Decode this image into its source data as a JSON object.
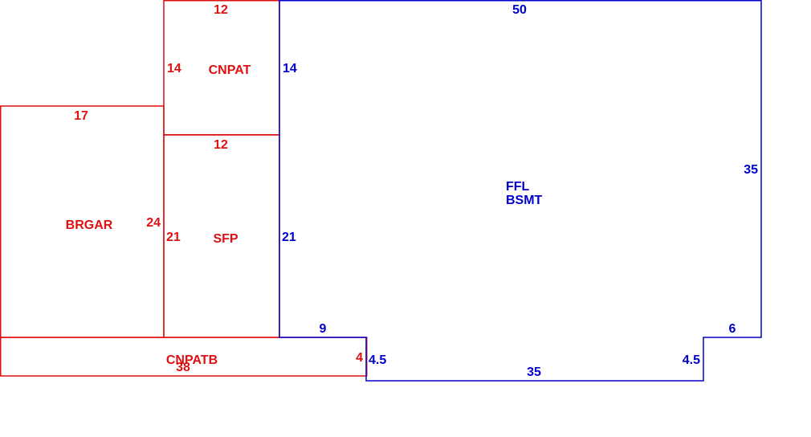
{
  "colors": {
    "red": "#dd1111",
    "blue": "#0000cc",
    "background": "#ffffff"
  },
  "areas": {
    "cnpat": {
      "name": "CNPAT",
      "top": "12",
      "left": "14"
    },
    "brgar": {
      "name": "BRGAR",
      "top": "17",
      "right": "24"
    },
    "sfp": {
      "name": "SFP",
      "top": "12",
      "left": "21"
    },
    "cnpatb": {
      "name": "CNPATB",
      "bottom": "38",
      "right": "4"
    },
    "ffl": {
      "name_line1": "FFL",
      "name_line2": "BSMT",
      "top": "50",
      "upper_left": "14",
      "lower_left": "21",
      "right": "35",
      "bottom_left_step": "9",
      "left_notch": "4.5",
      "bottom": "35",
      "right_notch": "4.5",
      "bottom_right_step": "6"
    }
  }
}
